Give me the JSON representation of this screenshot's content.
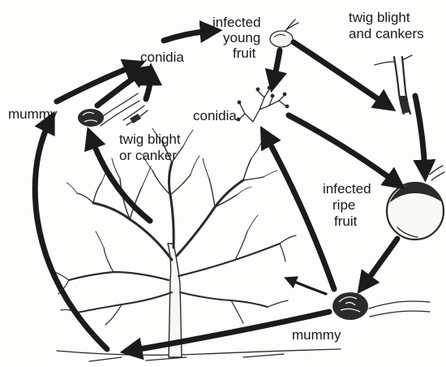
{
  "labels": {
    "conidia_top": "conidia",
    "infected_young_fruit": [
      "infected",
      "young",
      "fruit"
    ],
    "twig_blight_cankers": [
      "twig blight",
      "and cankers"
    ],
    "mummy_left": "mummy",
    "twig_blight_canker": [
      "twig blight",
      "or canker"
    ],
    "conidia_mid": "conidia",
    "infected_ripe_fruit": [
      "infected",
      "ripe",
      "fruit"
    ],
    "mummy_bottom": "mummy"
  }
}
